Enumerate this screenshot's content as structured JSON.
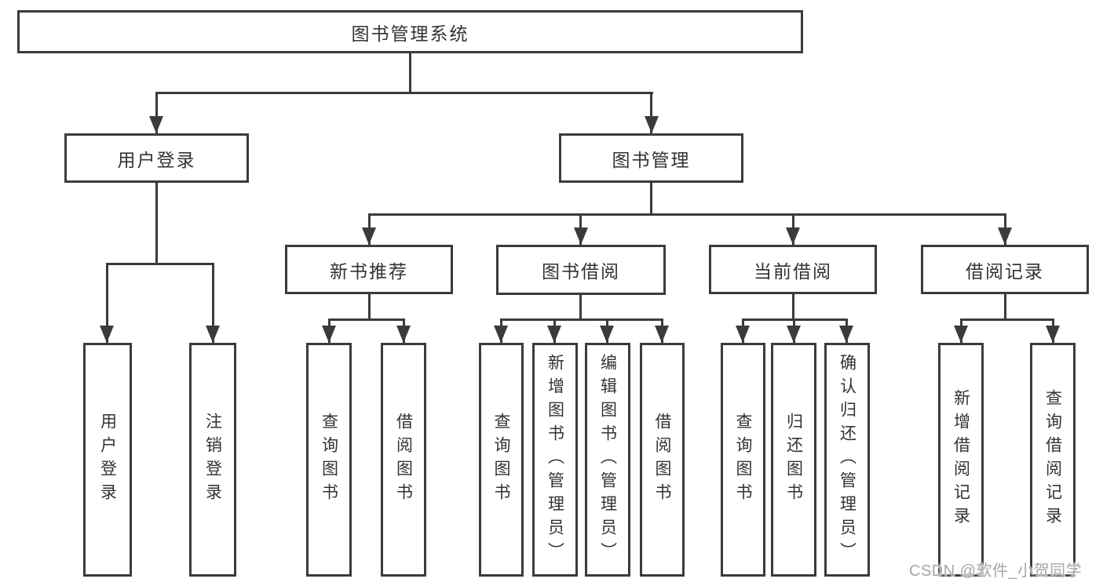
{
  "diagram": {
    "type": "tree",
    "title": "图书管理系统",
    "watermark": "CSDN @软件_小贺同学",
    "colors": {
      "line": "#3b3b3b",
      "text": "#333333",
      "watermark": "#a6a6ae",
      "background": "#ffffff"
    },
    "nodes": {
      "root": {
        "label": "图书管理系统"
      },
      "user_login": {
        "label": "用户登录"
      },
      "book_mgmt": {
        "label": "图书管理"
      },
      "new_book_rec": {
        "label": "新书推荐"
      },
      "book_borrow": {
        "label": "图书借阅"
      },
      "current_borrow": {
        "label": "当前借阅"
      },
      "borrow_record": {
        "label": "借阅记录"
      },
      "leaf_user_login": {
        "label": "用户登录"
      },
      "leaf_logout": {
        "label": "注销登录"
      },
      "leaf_rec_query": {
        "label": "查询图书"
      },
      "leaf_rec_borrow": {
        "label": "借阅图书"
      },
      "leaf_bb_query": {
        "label": "查询图书"
      },
      "leaf_bb_add": {
        "label": "新增图书（管理员）"
      },
      "leaf_bb_edit": {
        "label": "编辑图书（管理员）"
      },
      "leaf_bb_borrow": {
        "label": "借阅图书"
      },
      "leaf_cb_query": {
        "label": "查询图书"
      },
      "leaf_cb_return": {
        "label": "归还图书"
      },
      "leaf_cb_confirm": {
        "label": "确认归还（管理员）"
      },
      "leaf_br_add": {
        "label": "新增借阅记录"
      },
      "leaf_br_query": {
        "label": "查询借阅记录"
      }
    },
    "hierarchy": {
      "图书管理系统": {
        "用户登录": [
          "用户登录",
          "注销登录"
        ],
        "图书管理": {
          "新书推荐": [
            "查询图书",
            "借阅图书"
          ],
          "图书借阅": [
            "查询图书",
            "新增图书（管理员）",
            "编辑图书（管理员）",
            "借阅图书"
          ],
          "当前借阅": [
            "查询图书",
            "归还图书",
            "确认归还（管理员）"
          ],
          "借阅记录": [
            "新增借阅记录",
            "查询借阅记录"
          ]
        }
      }
    }
  }
}
